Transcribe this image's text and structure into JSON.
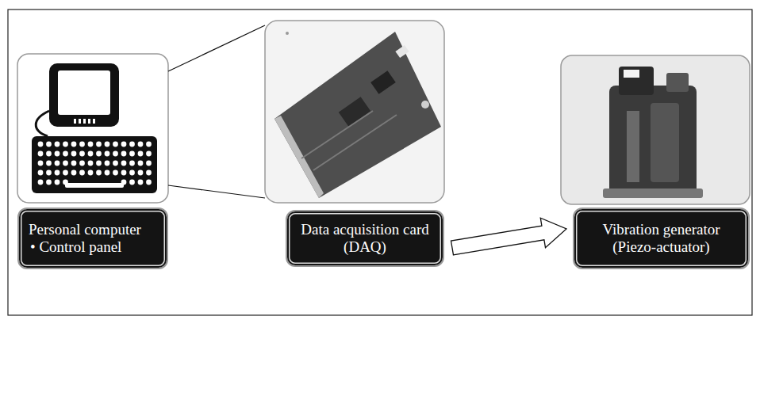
{
  "diagram": {
    "nodes": [
      {
        "text": [
          "Personal computer",
          "• Control panel"
        ]
      },
      {
        "text": [
          "Data acquisition card (DAQ)"
        ]
      },
      {
        "text": [
          "Vibration generator (Piezo-actuator)"
        ]
      }
    ],
    "edges": [
      {
        "from": 1,
        "to": 2,
        "arrow": "to"
      }
    ]
  }
}
